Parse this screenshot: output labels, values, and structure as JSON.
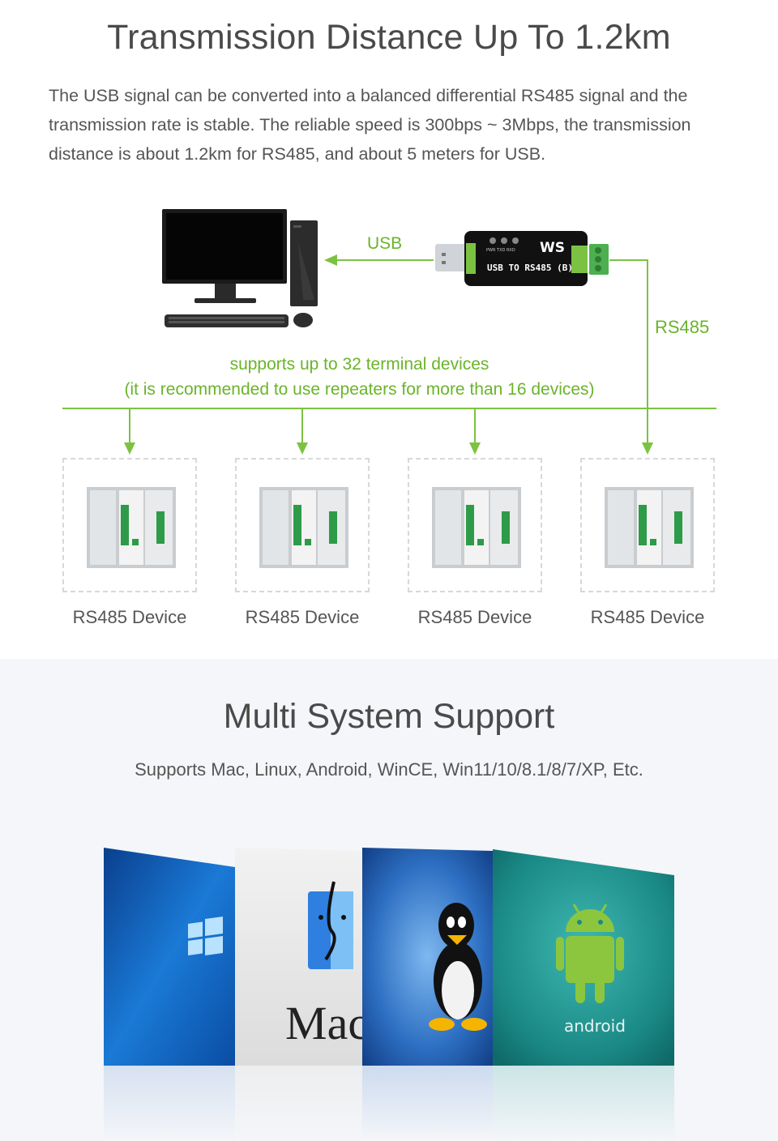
{
  "section1": {
    "title": "Transmission Distance Up To 1.2km",
    "intro_lines": [
      "The USB signal can be converted into a balanced differential RS485 signal and the",
      "transmission rate is stable. The reliable speed is 300bps ~ 3Mbps, the transmission",
      "distance is about 1.2km for RS485, and about 5 meters for USB."
    ],
    "usb_label": "USB",
    "rs485_label": "RS485",
    "adapter_text": "USB TO RS485 (B)",
    "adapter_side_text": "USB",
    "adapter_leds": "PWR TXD RXD",
    "adapter_logo": "WS",
    "note_line1": "supports up to 32 terminal devices",
    "note_line2": "(it is recommended to use repeaters for more than 16 devices)",
    "devices": [
      {
        "label": "RS485 Device"
      },
      {
        "label": "RS485 Device"
      },
      {
        "label": "RS485 Device"
      },
      {
        "label": "RS485 Device"
      }
    ],
    "accent_color": "#6ab42a"
  },
  "section2": {
    "title": "Multi System Support",
    "subtitle": "Supports Mac, Linux, Android, WinCE, Win11/10/8.1/8/7/XP, Etc.",
    "mac_text": "Mac O",
    "android_text": "android",
    "panels": [
      {
        "icon": "windows-logo-icon"
      },
      {
        "icon": "mac-finder-icon"
      },
      {
        "icon": "linux-penguin-icon"
      },
      {
        "icon": "android-robot-icon"
      }
    ]
  }
}
